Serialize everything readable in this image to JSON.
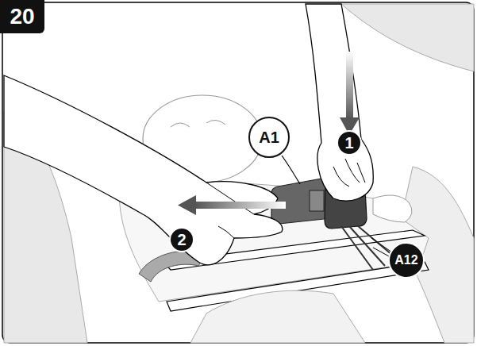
{
  "diagram": {
    "labels": [
      "20",
      "A1",
      "1",
      "2",
      "A12"
    ]
  }
}
